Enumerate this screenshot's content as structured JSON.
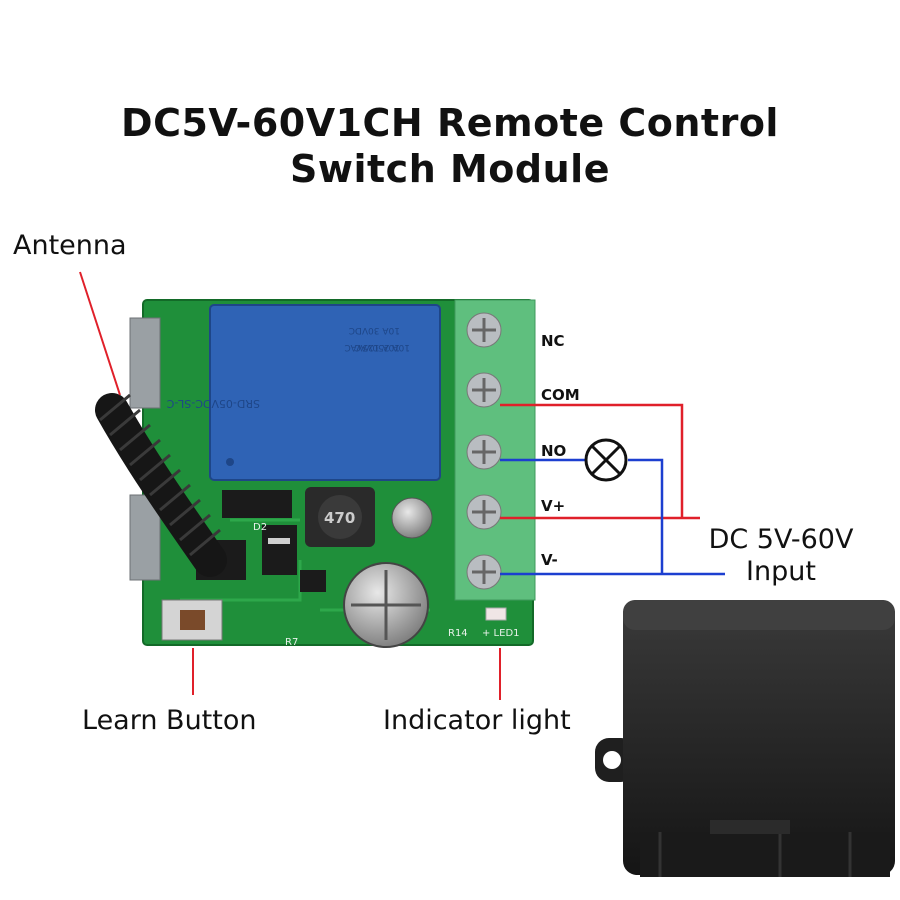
{
  "title": {
    "line1": "DC5V-60V1CH Remote Control",
    "line2": "Switch Module"
  },
  "callouts": {
    "antenna": "Antenna",
    "learn_button": "Learn Button",
    "indicator_light": "Indicator light"
  },
  "terminals": [
    "NC",
    "COM",
    "NO",
    "V+",
    "V-"
  ],
  "power_input": {
    "line1": "DC 5V-60V",
    "line2": "Input"
  },
  "board_markings": {
    "relay_part": "SRD-05VDC-SL-C",
    "relay_rating_1": "10A 250VAC",
    "relay_rating_2": "10A 125VAC",
    "relay_rating_3": "10A 30VDC",
    "inductor": "470",
    "r14": "R14",
    "led1": "+ LED1",
    "r7": "R7",
    "d2": "D2"
  },
  "colors": {
    "pcb": "#1f8f3a",
    "relay": "#2f63b5",
    "terminal_block": "#5fbf7e",
    "wire_red": "#e0202a",
    "wire_blue": "#1c3fd0",
    "enclosure": "#222222"
  }
}
